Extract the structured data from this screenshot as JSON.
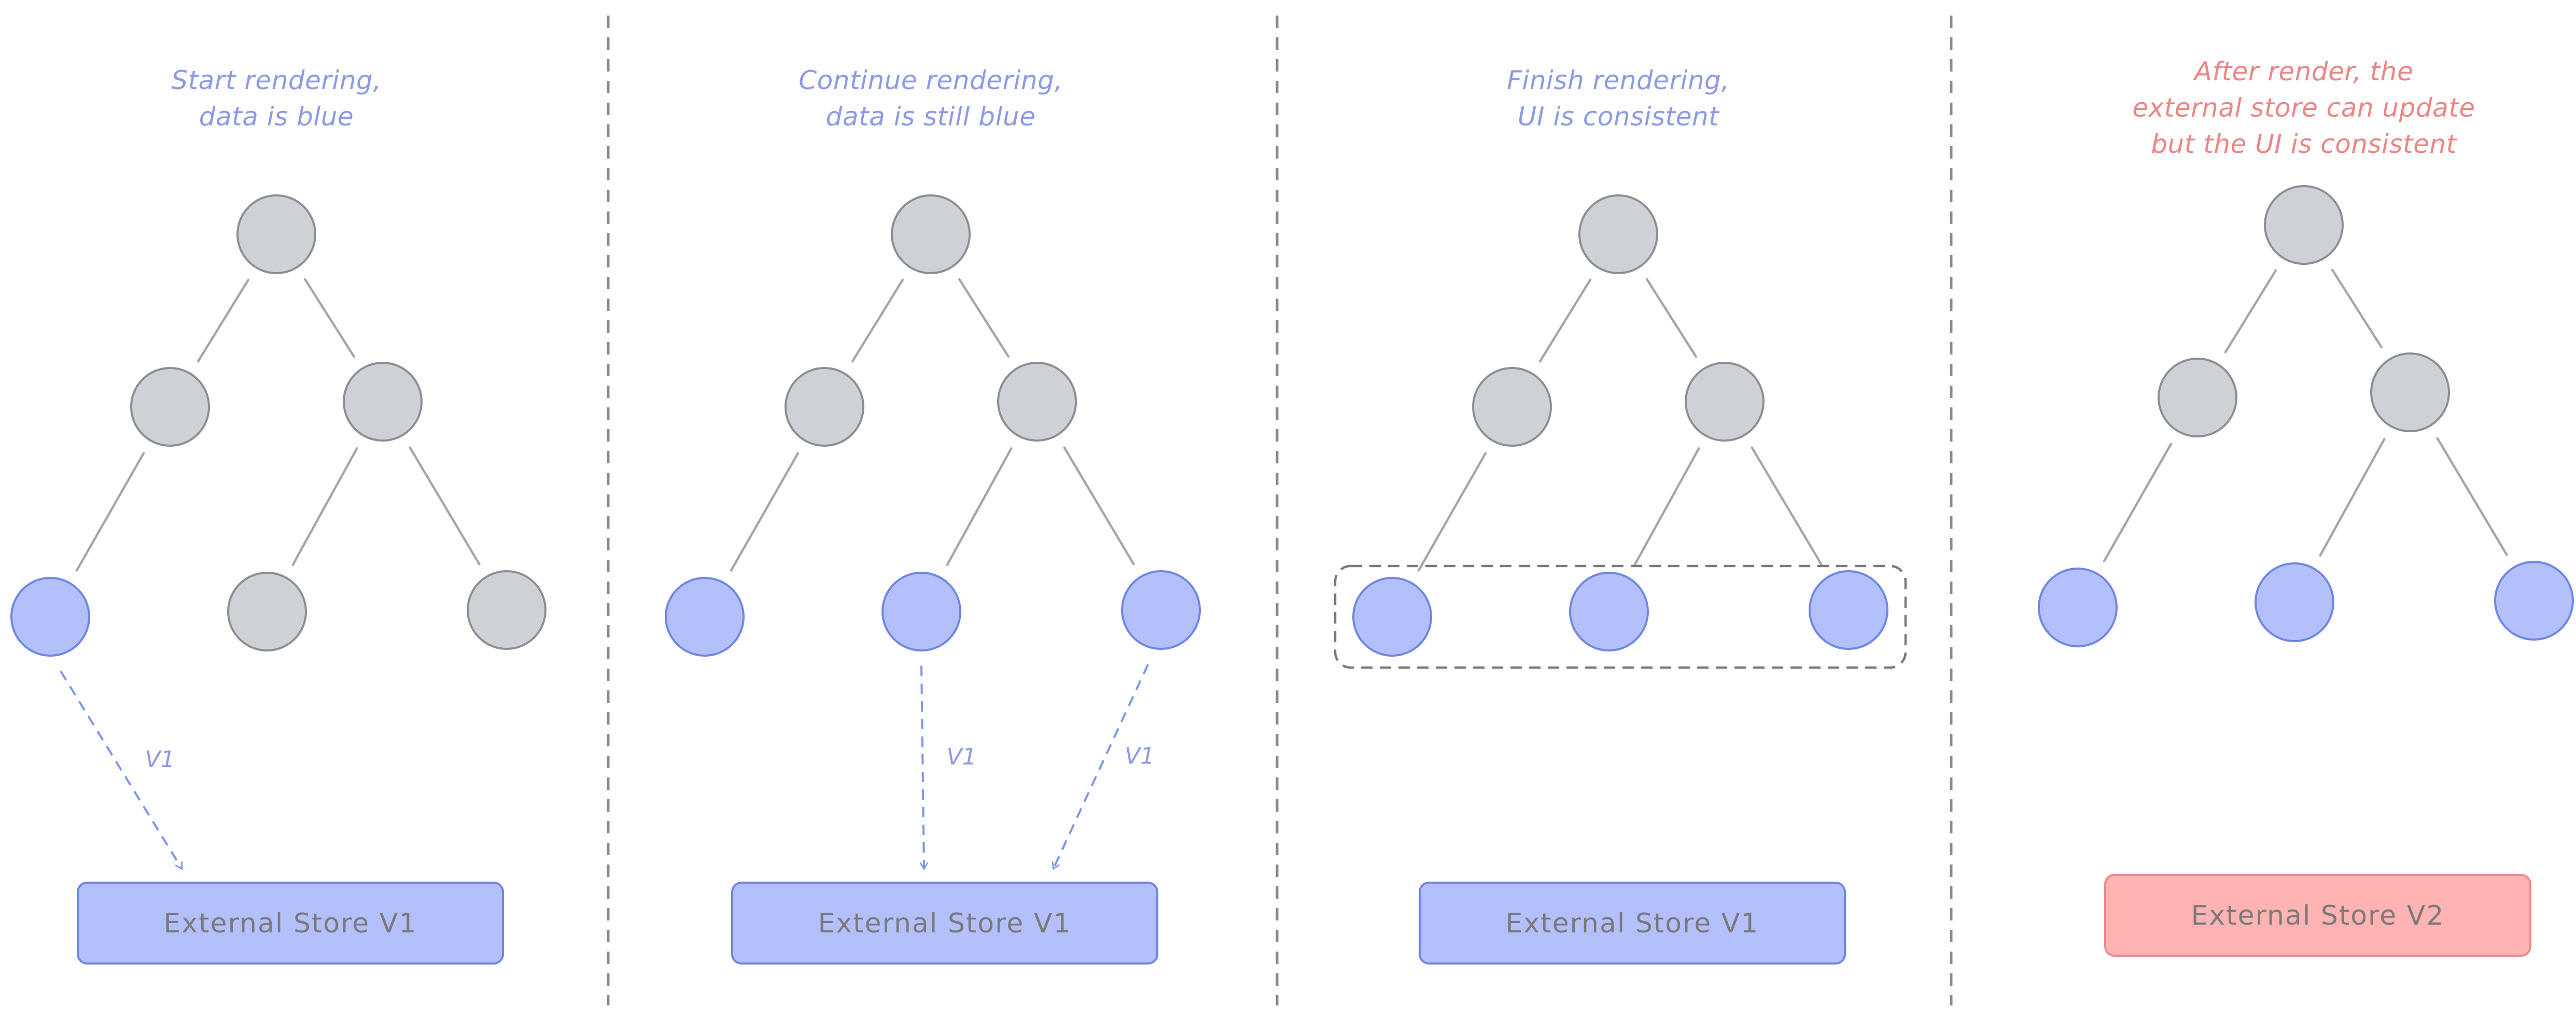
{
  "colors": {
    "gray_fill": "#ced2d6",
    "gray_stroke": "#8b8f93",
    "blue_fill": "#b3c0fc",
    "blue_stroke": "#6f86e2",
    "blue_text": "#8c9ae6",
    "red_fill": "#ffb3b3",
    "red_stroke": "#ec8a8a",
    "red_text": "#ec8585",
    "edge": "#a6a6a6",
    "store_text": "#7a7a7a",
    "separator": "#8a8a8a",
    "dashed_arrow": "#7d95ea"
  },
  "panels": [
    {
      "caption": [
        "Start rendering,",
        "data is blue"
      ],
      "caption_color": "blue",
      "leaves": [
        "blue",
        "gray",
        "gray"
      ],
      "store": {
        "label": "External Store V1",
        "color": "blue"
      },
      "arrows": [
        {
          "from_leaf": 0,
          "label": "V1"
        }
      ],
      "selection_box": false
    },
    {
      "caption": [
        "Continue rendering,",
        "data is still blue"
      ],
      "caption_color": "blue",
      "leaves": [
        "blue",
        "blue",
        "blue"
      ],
      "store": {
        "label": "External Store V1",
        "color": "blue"
      },
      "arrows": [
        {
          "from_leaf": 1,
          "label": "V1"
        },
        {
          "from_leaf": 2,
          "label": "V1"
        }
      ],
      "selection_box": false
    },
    {
      "caption": [
        "Finish rendering,",
        "UI is consistent"
      ],
      "caption_color": "blue",
      "leaves": [
        "blue",
        "blue",
        "blue"
      ],
      "store": {
        "label": "External Store V1",
        "color": "blue"
      },
      "arrows": [],
      "selection_box": true
    },
    {
      "caption": [
        "After render, the",
        "external store can update",
        "but the UI is consistent"
      ],
      "caption_color": "red",
      "leaves": [
        "blue",
        "blue",
        "blue"
      ],
      "store": {
        "label": "External Store V2",
        "color": "red"
      },
      "arrows": [],
      "selection_box": false
    }
  ]
}
